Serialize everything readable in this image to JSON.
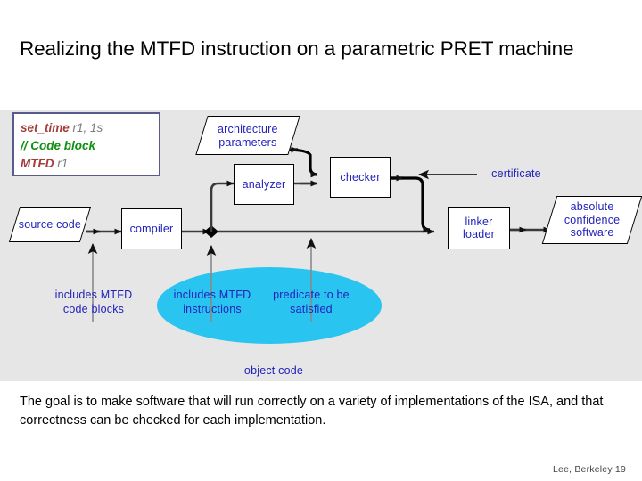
{
  "slide": {
    "title": "Realizing the MTFD instruction on a parametric PRET machine",
    "body": "The goal is to make software that will run correctly on a variety of implementations of the ISA, and that correctness can be checked for each implementation.",
    "footer": "Lee, Berkeley  19"
  },
  "code_block": {
    "line1_keyword": "set_time",
    "line1_args": "r1, 1s",
    "line2_comment": "// Code block",
    "line3_keyword": "MTFD",
    "line3_args": "r1"
  },
  "diagram": {
    "nodes": {
      "source_code": "source code",
      "compiler": "compiler",
      "analyzer": "analyzer",
      "architecture_parameters": "architecture parameters",
      "checker": "checker",
      "linker_loader": "linker loader",
      "absolute_confidence_software": "absolute confidence software"
    },
    "labels": {
      "certificate": "certificate",
      "object_code": "object code",
      "annot_includes_mtfd_code_blocks": "includes MTFD code blocks",
      "annot_includes_mtfd_instructions": "includes MTFD instructions",
      "annot_predicate_to_be_satisfied": "predicate to be satisfied"
    },
    "colors": {
      "canvas_background": "#e6e6e6",
      "node_text": "#2222bb",
      "highlight_ellipse": "#2ac4f0",
      "wire": "#3a3a3a",
      "thin_wire": "#808080",
      "code_border": "#5a5a8c",
      "code_keyword": "#a33b3b",
      "code_arg": "#7a7a7a",
      "code_comment": "#109010"
    }
  }
}
